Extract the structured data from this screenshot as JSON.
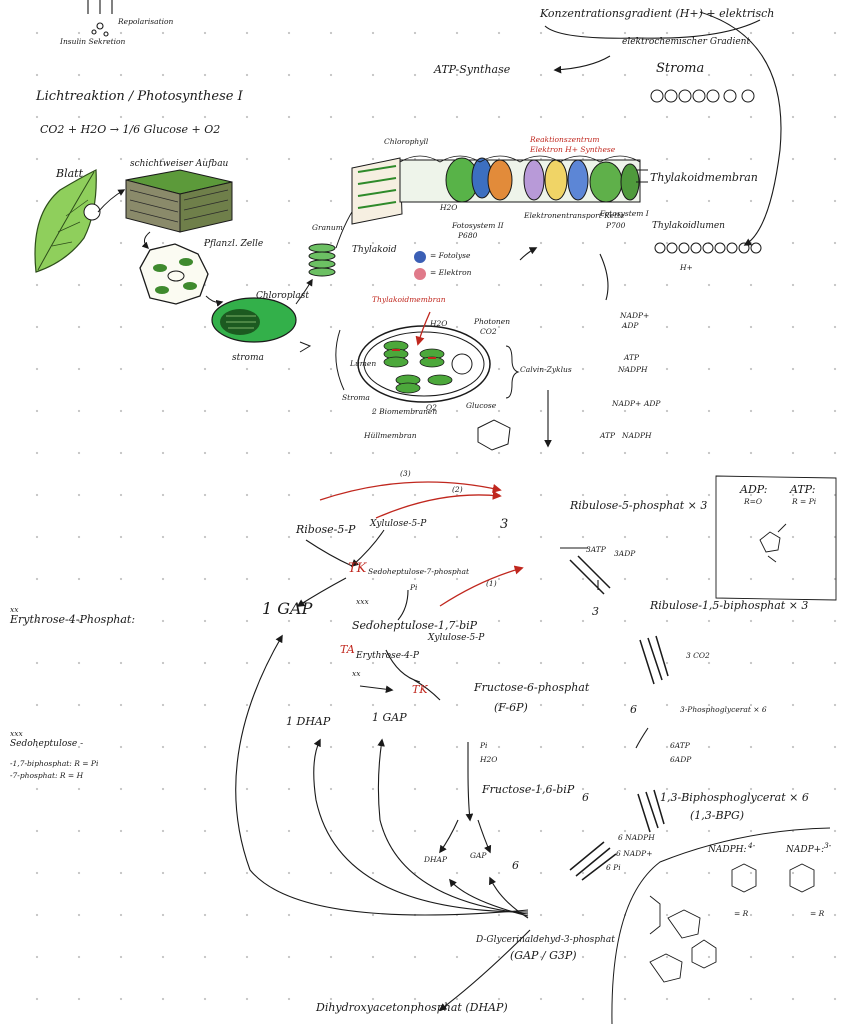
{
  "header": {
    "insulin": "Insulin Sekretion",
    "repolarisation": "Repolarisation",
    "gradient_title": "Konzentrationsgradient (H+) + elektrisch",
    "gradient_sub": "elektrochemischer Gradient",
    "atp_synthase": "ATP-Synthase",
    "stroma": "Stroma"
  },
  "left_top": {
    "title": "Lichtreaktion / Photosynthese I",
    "equation": "CO2 + H2O → 1/6 Glucose + O2",
    "leaf": "Blatt",
    "layered": "schichtweiser Aufbau",
    "cell": "Pflanzl. Zelle",
    "chloroplast": "Chloroplast",
    "stroma": "stroma",
    "granum": "Granum",
    "thylakoid": "Thylakoid",
    "photolyse_key": "= Fotolyse",
    "electron_key": "= Elektron"
  },
  "membrane": {
    "chlorophyll": "Chlorophyll",
    "reaction_center": "Reaktionszentrum",
    "reaction_sub": "Elektron  H+  Synthese",
    "thylakoid_membrane": "Thylakoidmembran",
    "photosystem2": "Fotosystem II",
    "p680": "P680",
    "etc": "Elektronentransport-Kette",
    "photosystem1": "Fotosystem I",
    "p700": "P700",
    "lumen": "Thylakoidlumen",
    "h2o": "H2O",
    "hplus": "H+"
  },
  "chloro_detail": {
    "annotation": "Thylakoidmembran",
    "lumen": "Lumen",
    "stroma": "Stroma",
    "h2o": "H2O",
    "photons": "Photonen",
    "co2": "CO2",
    "calvin": "Calvin-Zyklus",
    "biomembrane": "2 Biomembranen",
    "o2": "O2",
    "glucose": "Glucose",
    "hullmembrane": "Hüllmembran"
  },
  "cofactors": {
    "nadp": "NADP+",
    "adp": "ADP",
    "atp": "ATP",
    "nadph": "NADPH",
    "nadp2": "NADP+",
    "adp2": "ADP",
    "atp2": "ATP",
    "nadph2": "NADPH"
  },
  "adp_box": {
    "adp": "ADP:",
    "atp": "ATP:",
    "r1": "R=O",
    "r2": "R = Pi"
  },
  "calvin": {
    "step3": "(3)",
    "step2": "(2)",
    "step1": "(1)",
    "ribose": "Ribose-5-P",
    "xylulose": "Xylulose-5-P",
    "tk1": "TK",
    "sedo7p": "Sedoheptulose-7-phosphat",
    "pi1": "Pi",
    "xxx": "xxx",
    "sedo17": "Sedoheptulose-1,7-biP",
    "gap1": "1 GAP",
    "ta": "TA",
    "erythrose": "Erythrose-4-P",
    "xx": "xx",
    "xylulose2": "Xylulose-5-P",
    "tk2": "TK",
    "f6p": "Fructose-6-phosphat",
    "f6p_abbr": "(F-6P)",
    "dhap1": "1 DHAP",
    "gap2": "1 GAP",
    "pi2": "Pi",
    "h2o": "H2O",
    "f16": "Fructose-1,6-biP",
    "dhap2": "DHAP",
    "gap3": "GAP",
    "ru5p_count": "3",
    "ru5p": "Ribulose-5-phosphat × 3",
    "atp3": "3ATP",
    "adp3": "3ADP",
    "rubp_count": "3",
    "rubp": "Ribulose-1,5-biphosphat × 3",
    "co2": "3 CO2",
    "pga_count": "6",
    "pga": "3-Phosphoglycerat × 6",
    "atp6": "6ATP",
    "adp6": "6ADP",
    "bpg_count": "6",
    "bpg": "1,3-Biphosphoglycerat × 6",
    "bpg_abbr": "(1,3-BPG)",
    "nadph6": "6 NADPH",
    "nadp6": "6 NADP+",
    "pi6": "6 Pi",
    "g3p_count": "6",
    "g3p": "D-Glycerinaldehyd-3-phosphat",
    "g3p_abbr": "(GAP / G3P)",
    "dhap_name": "Dihydroxyacetonphosphat (DHAP)"
  },
  "left_notes": {
    "marker1": "xx",
    "erythrose": "Erythrose-4-Phosphat:",
    "marker2": "xxx",
    "sedo": "Sedoheptulose -",
    "sedo_b": "-1,7-biphosphat: R = Pi",
    "sedo_c": "-7-phosphat: R = H"
  },
  "bottom_right": {
    "nadph": "NADPH:",
    "nadph_charge": "4-",
    "nadp": "NADP+:",
    "nadp_charge": "3-",
    "r1": "= R",
    "r2": "= R"
  }
}
